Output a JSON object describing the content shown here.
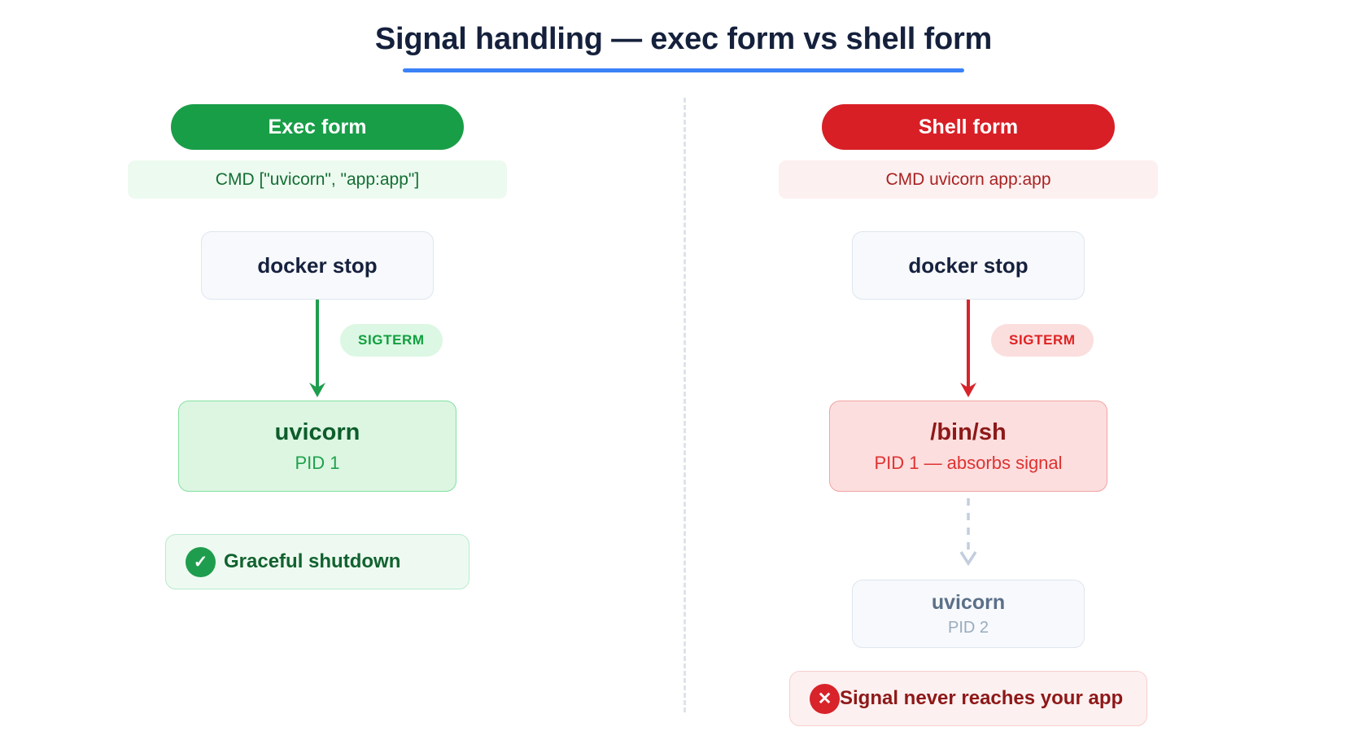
{
  "page": {
    "title": "Signal handling — exec form vs shell form",
    "accent_color": "#3b82f6",
    "green": "#199e48",
    "red": "#d81f26"
  },
  "left": {
    "header_label": "Exec form",
    "code": "CMD [\"uvicorn\", \"app:app\"]",
    "step1": {
      "title": "docker stop"
    },
    "signal_label": "SIGTERM",
    "step2": {
      "title": "uvicorn",
      "sub": "PID 1"
    },
    "outcome": {
      "icon": "✓",
      "text": "Graceful shutdown"
    }
  },
  "right": {
    "header_label": "Shell form",
    "code": "CMD uvicorn app:app",
    "step1": {
      "title": "docker stop"
    },
    "signal_label": "SIGTERM",
    "step2": {
      "title": "/bin/sh",
      "sub": "PID 1 — absorbs signal"
    },
    "step3": {
      "title": "uvicorn",
      "sub": "PID 2"
    },
    "outcome": {
      "icon": "✕",
      "text": "Signal never reaches your app"
    }
  }
}
